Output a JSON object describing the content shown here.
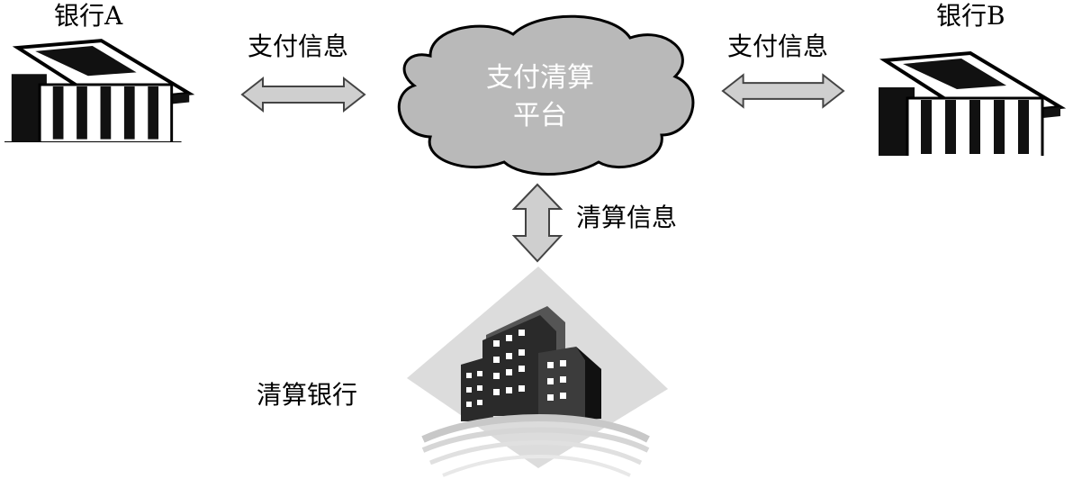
{
  "bank_a": {
    "label": "银行A",
    "icon": "bank-building-icon"
  },
  "bank_b": {
    "label": "银行B",
    "icon": "bank-building-icon"
  },
  "platform": {
    "line1": "支付清算",
    "line2": "平台",
    "icon": "cloud-icon"
  },
  "links": {
    "left_label": "支付信息",
    "right_label": "支付信息",
    "down_label": "清算信息"
  },
  "clearing_bank": {
    "label": "清算银行",
    "icon": "office-buildings-icon"
  },
  "colors": {
    "arrow_fill": "#cfcfcf",
    "cloud_fill": "#b9b9b9",
    "building_dark": "#111111"
  }
}
